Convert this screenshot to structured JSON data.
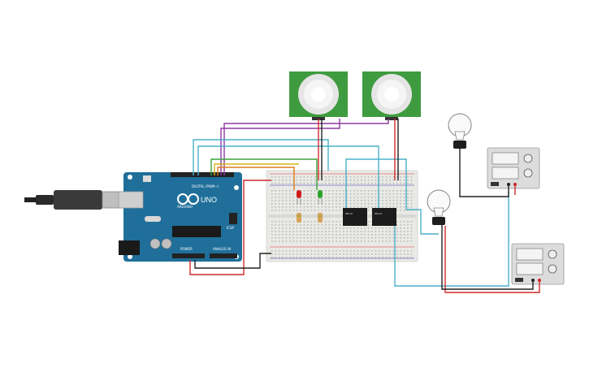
{
  "arduino": {
    "brand": "ARDUINO",
    "model": "UNO",
    "header_digital": "DIGITAL (PWM~)",
    "header_power": "POWER",
    "header_analog": "ANALOG IN",
    "icsp": "ICSP"
  },
  "pir_sensors": [
    {
      "id": "pir-1"
    },
    {
      "id": "pir-2"
    }
  ],
  "power_supplies": [
    {
      "id": "supply-1"
    },
    {
      "id": "supply-2"
    }
  ],
  "colors": {
    "arduino_blue": "#1f6f9a",
    "breadboard": "#e9e9e6",
    "pir_board": "#3f9b3f",
    "wire_red": "#d22b2b",
    "wire_black": "#222222",
    "wire_purple": "#8e3aa0",
    "wire_teal": "#4ab0c8",
    "wire_orange": "#e07b1a",
    "wire_green": "#3aa33a",
    "wire_yellow": "#d8b31a",
    "led_red": "#d11c1c",
    "led_green": "#2aa52a"
  },
  "icons": [
    "usb-cable-icon",
    "light-bulb-icon",
    "pir-dome-icon",
    "relay-icon",
    "led-icon",
    "resistor-icon"
  ]
}
